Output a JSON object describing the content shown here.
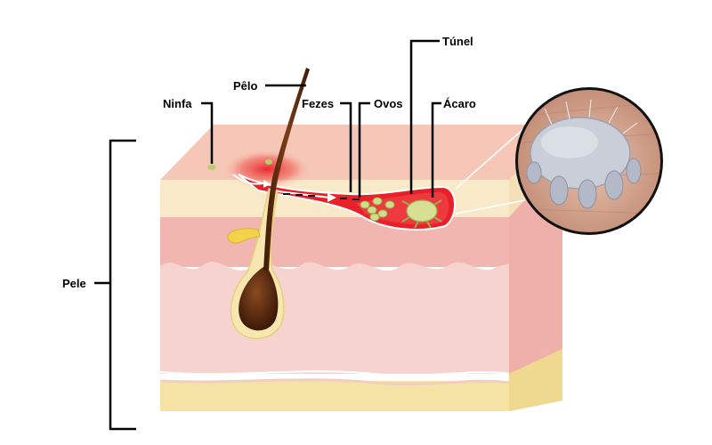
{
  "labels": {
    "pele": "Pele",
    "ninfa": "Ninfa",
    "pelo": "Pêlo",
    "fezes": "Fezes",
    "ovos": "Ovos",
    "tunel": "Túnel",
    "acaro": "Ácaro"
  },
  "colors": {
    "epidermis_top": "#f6c7b6",
    "epidermis_band": "#f8e9c9",
    "dermis": "#f2b6b0",
    "hypodermis": "#f7d3cf",
    "fat_layer": "#f5e3a6",
    "hair": "#5a2c12",
    "tunnel": "#e8202a",
    "egg": "#cfdc8a",
    "leader_line": "#000000"
  }
}
